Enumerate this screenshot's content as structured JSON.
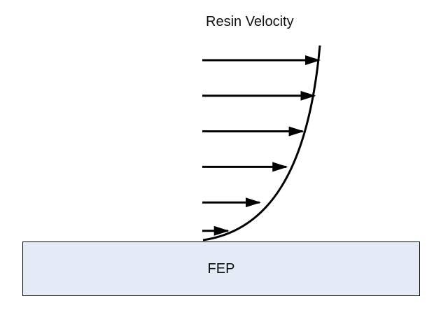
{
  "diagram": {
    "title": "Resin Velocity",
    "substrate_label": "FEP",
    "substrate_fill": "#e4ebf6",
    "line_color": "#000000",
    "velocity_arrows": [
      {
        "height": 1.0,
        "velocity": 1.0
      },
      {
        "height": 0.8,
        "velocity": 0.96
      },
      {
        "height": 0.6,
        "velocity": 0.86
      },
      {
        "height": 0.4,
        "velocity": 0.72
      },
      {
        "height": 0.2,
        "velocity": 0.49
      },
      {
        "height": 0.04,
        "velocity": 0.22
      }
    ]
  }
}
